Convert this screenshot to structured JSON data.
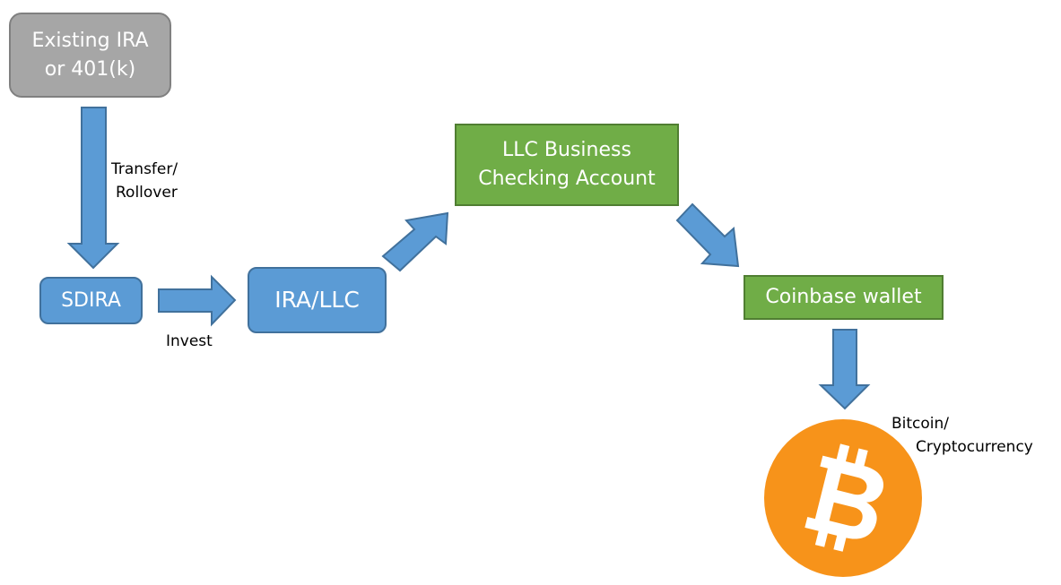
{
  "nodes": {
    "existing_ira": {
      "line1": "Existing IRA",
      "line2": "or 401(k)"
    },
    "sdira": {
      "label": "SDIRA"
    },
    "ira_llc": {
      "label": "IRA/LLC"
    },
    "llc_checking": {
      "line1": "LLC Business",
      "line2": "Checking Account"
    },
    "coinbase": {
      "label": "Coinbase wallet"
    }
  },
  "edges": {
    "transfer": {
      "line1": "Transfer/",
      "line2": "Rollover"
    },
    "invest": {
      "label": "Invest"
    },
    "bitcoin": {
      "line1": "Bitcoin/",
      "line2": "Cryptocurrency"
    }
  },
  "colors": {
    "gray_fill": "#a6a6a6",
    "blue_fill": "#5b9bd5",
    "green_fill": "#70ad47",
    "arrow_fill": "#5b9bd5",
    "bitcoin_orange": "#f7931a"
  },
  "icons": {
    "bitcoin": "bitcoin-logo-icon"
  }
}
